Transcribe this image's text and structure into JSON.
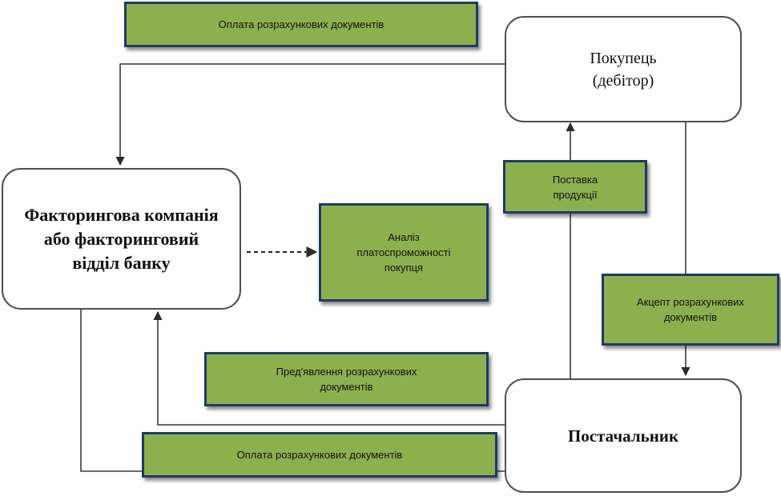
{
  "nodes": {
    "buyer": "Покупець\n(дебітор)",
    "factor": "Факторингова компанія\nабо факторинговий\nвідділ банку",
    "supplier": "Постачальник"
  },
  "labels": {
    "payment_top": "Оплата розрахункових документів",
    "delivery": "Поставка\nпродукції",
    "analysis": "Аналіз\nплатоспроможності\nпокупця",
    "acceptance": "Акцепт розрахункових\nдокументів",
    "presentation": "Пред'явлення  розрахункових\nдокументів",
    "payment_bottom": "Оплата розрахункових документів"
  },
  "colors": {
    "label_fill": "#8db04f",
    "label_border": "#1f3a63",
    "node_border": "#4f4f4f",
    "connector": "#3a3a3a"
  }
}
